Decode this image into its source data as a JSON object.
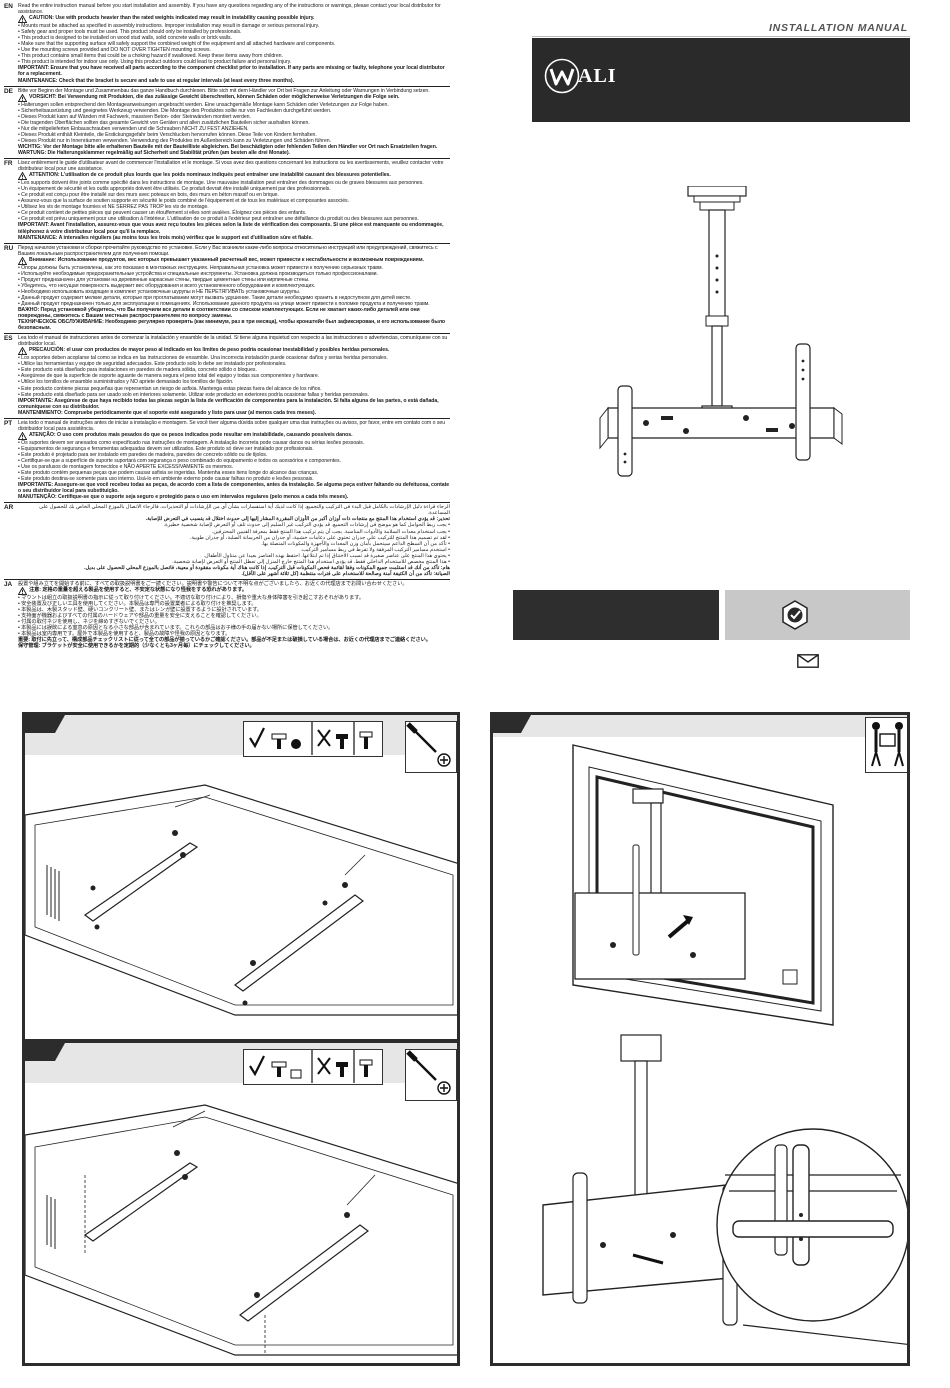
{
  "languages": [
    {
      "code": "EN",
      "lines": [
        "Read the entire instruction manual before you start installation and assembly. If you have any questions regarding any of the instructions or warnings, please contact your local distributor for assistance.",
        "CAUTION: Use with products heavier than the rated weights indicated may result in instability causing possible injury.",
        "• Mounts must be attached as specified in assembly instructions. Improper installation may result in damage or serious personal injury.",
        "• Safety gear and proper tools must be used. This product should only be installed by professionals.",
        "• This product is designed to be installed on wood stud walls, solid concrete walls or brick walls.",
        "• Make sure that the supporting surface will safely support the combined weight of the equipment and all attached hardware and components.",
        "• Use the mounting screws provided and DO NOT OVER TIGHTEN mounting screws.",
        "• This product contains small items that could be a choking hazard if swallowed. Keep these items away from children.",
        "• This product is intended for indoor use only. Using this product outdoors could lead to product failure and personal injury.",
        "IMPORTANT: Ensure that you have received all parts according to the component checklist prior to installation. If any parts are missing or faulty, telephone your local distributor for a replacement.",
        "MAINTENANCE: Check that the bracket is secure and safe to use at regular intervals (at least every three months)."
      ]
    },
    {
      "code": "DE",
      "lines": [
        "Bitte vor Beginn der Montage und Zusammenbau das ganze Handbuch durchlesen. Bitte sich mit dem Händler vor Ort bei Fragen zur Anleitung oder Warnungen in Verbindung setzen.",
        "VORSICHT: Bei Verwendung mit Produkten, die das zulässige Gewicht überschreiten, können Schäden oder möglicherweise Verletzungen die Folge sein.",
        "• Halterungen sollen entsprechend den Montageanweisungen angebracht werden. Eine unsachgemäße Montage kann Schäden oder Verletzungen zur Folge haben.",
        "• Sicherheitsausrüstung und geeignetes Werkzeug verwenden. Die Montage des Produktes sollte nur von Fachleuten durchgeführt werden.",
        "• Dieses Produkt kann auf Wänden mit Fachwerk, massiven Beton- oder Steinwänden montiert werden.",
        "• Die tragenden Oberflächen sollten das gesamte Gewicht von Geräten und allen zusätzlichen Bauteilen sicher aushalten können.",
        "• Nur die mitgelieferten Einbauschrauben verwenden und die Schrauben NICHT ZU FEST ANZIEHEN.",
        "• Dieses Produkt enthält Kleinteile, die Erstickungsgefahr beim Verschlucken hervorrufen können. Diese Teile von Kindern fernhalten.",
        "• Dieses Produkt nur in Innenräumen verwenden. Verwendung des Produktes im Außenbereich kann zu Verletzungen und Schäden führen.",
        "WICHTIG: Vor der Montage bitte alle erhaltenen Bauteile mit der Bauteilliste abgleichen. Bei beschädigten oder fehlenden Teilen den Händler vor Ort nach Ersatzteilen fragen.",
        "WARTUNG: Die Halterungsklammer regelmäßig auf Sicherheit und Stabilität prüfen (am besten alle drei Monate)."
      ]
    },
    {
      "code": "FR",
      "lines": [
        "Lisez entièrement le guide d'utilisateur avant de commencer l'installation et le montage. Si vous avez des questions concernant les instructions ou les avertissements, veuillez contacter votre distributeur local pour une assistance.",
        "ATTENTION: L'utilisation de ce produit plus lourds que les poids nominaux indiqués peut entraîner une instabilité causant des blessures potentielles.",
        "• Les supports doivent être joints comme spécifié dans les instructions de montage. Une mauvaise installation peut entraîner des dommages ou de graves blessures aux personnes.",
        "• Un équipement de sécurité et les outils appropriés doivent être utilisés. Ce produit devrait être installé uniquement par des professionnels.",
        "• Ce produit est conçu pour être installé sur des murs avec poteaux en bois, des murs en béton massif ou en brique.",
        "• Assurez-vous que la surface de soutien supporte en sécurité le poids combiné de l'équipement et de tous les matériaux et composantes associés.",
        "• Utilisez les vis de montage fournies et NE SERREZ PAS TROP les vis de montage.",
        "• Ce produit contient de petites pièces qui peuvent causer un étouffement si elles sont avalées. Éloignez ces pièces des enfants.",
        "• Ce produit est prévu uniquement pour une utilisation à l'intérieur. L'utilisation de ce produit à l'extérieur peut entraîner une défaillance du produit ou des blessures aux personnes.",
        "IMPORTANT: Avant l'installation, assurez-vous que vous avez reçu toutes les pièces selon la liste de vérification des composants. Si une pièce est manquante ou endommagée, téléphonez à votre distributeur local pour qu'il la remplace.",
        "MAINTENANCE: A intervalles réguliers (au moins tous les trois mois) vérifiez que le support est d'utilisation sûre et fiable."
      ]
    },
    {
      "code": "RU",
      "lines": [
        "Перед началом установки и сборки прочитайте руководство по установке. Если у Вас возникли какие-либо вопросы относительно инструкций или предупреждений, свяжитесь с Вашим локальным распространителем для получения помощи.",
        "Внимание: Использование продуктов, вес которых превышает указанный расчетный вес, может привести к нестабильности и возможным повреждениям.",
        "• Опоры должны быть установлены, как это показано в монтажных инструкциях. Неправильная установка может привести к получению серьезных травм.",
        "• Используйте необходимые предохранительные устройства и специальные инструменты. Установка должна производиться только профессионалами.",
        "• Продукт предназначен для установки на деревянные каркасные стены, твердые цементные стены или кирпичные стены.",
        "• Убедитесь, что несущая поверхность выдержит вес оборудования и всего установленного оборудования и комплектующих.",
        "• Необходимо использовать входящие в комплект установочные шурупы и НЕ ПЕРЕТЯГИВАТЬ установочные шурупы.",
        "• Данный продукт содержит мелкие детали, которые при проглатывании могут вызвать удушение. Такие детали необходимо хранить в недоступном для детей месте.",
        "• Данный продукт предназначен только для эксплуатации в помещениях. Использование данного продукта на улице может привести к поломке продукта и получению травм.",
        "ВАЖНО: Перед установкой убедитесь, что Вы получили все детали в соответствии со списком комплектующих. Если не хватает каких-либо деталей или они повреждены, свяжитесь с Вашим местным распространителем по вопросу замены.",
        "ТЕХНИЧЕСКОЕ ОБСЛУЖИВАНИЕ: Необходимо регулярно проверять (как минимум, раз в три месяца), чтобы кронштейн был зафиксирован, и его использование было безопасным."
      ]
    },
    {
      "code": "ES",
      "lines": [
        "Lea todo el manual de instrucciones antes de comenzar la instalación y ensamble de la unidad. Si tiene alguna inquietud con respecto a las instrucciones o advertencias, comuníquese con su distribuidor local.",
        "PRECAUCIÓN: el usar con productos de mayor peso al indicado en los límites de peso podría ocasionar inestabilidad y posibles heridas personales.",
        "• Los soportes deben acoplarse tal como se indica en las instrucciones de ensamble. Una incorrecta instalación puede ocasionar daños y serias heridas personales.",
        "• Utilice las herramientas y equipo de seguridad adecuados. Este producto solo lo debe ser instalado por profesionales.",
        "• Este producto está diseñado para instalaciones en paredes de madera sólida, concreto sólido o bloques.",
        "• Asegúrese de que la superficie de soporte aguante de manera segura el peso total del equipo y todas sus componentes y hardware.",
        "• Utilice los tornillos de ensamble suministrados y NO apriete demasiado los tornillos de fijación.",
        "• Este producto contiene piezas pequeñas que representan un riesgo de asfixia. Mantenga estas piezas fuera del alcance de los niños.",
        "• Este producto está diseñado para ser usado solo en interiores solamente. Utilizar este producto en exteriores podría ocasionar fallas y heridas personales.",
        "IMPORTANTE: Asegúrese de que haya recibido todas las piezas según la lista de verificación de componentes para la instalación. Si falta alguna de las partes, o está dañada, comuníquese con su distribuidor.",
        "MANTENIMIENTO: Compruebe periódicamente que el soporte esté asegurado y listo para usar (al menos cada tres meses)."
      ]
    },
    {
      "code": "PT",
      "lines": [
        "Leia todo o manual de instruções antes de iniciar a instalação e montagem. Se você tiver alguma dúvida sobre qualquer uma das instruções ou avisos, por favor, entre em contato com o seu distribuidor local para assistência.",
        "ATENÇÃO: O uso com produtos mais pesados do que os pesos indicados pode resultar em instabilidade, causando possíveis danos.",
        "• Os suportes devem ser anexados como especificado nas instruções de montagem. A instalação incorreta pode causar danos ou sérias lesões pessoais.",
        "• Equipamentos de segurança e ferramentas adequadas devem ser utilizados. Este produto só deve ser instalado por profissionais.",
        "• Este produto é projetado para ser instalado em paredes de madeira, paredes de concreto sólido ou de tijolos.",
        "• Certifique-se que a superfície de suporte suportará com segurança o peso combinado do equipamento e todos os acessórios e componentes.",
        "• Use os parafusos de montagem fornecidos e NÃO APERTE EXCESSIVAMENTE os mesmos.",
        "• Este produto contém pequenas peças que podem causar asfixia se ingeridas. Mantenha esses itens longe do alcance das crianças.",
        "• Este produto destina-se somente para uso interno. Usá-lo em ambiente externo pode causar falhas no produto e lesões pessoais.",
        "IMPORTANTE: Assegure-se que você recebeu todas as peças, de acordo com a lista de componentes, antes da instalação. Se alguma peça estiver faltando ou defeituosa, contate o seu distribuidor local para substituição.",
        "MANUTENÇÃO: Certifique-se que o suporte seja seguro e protegido para o uso em intervalos regulares (pelo menos a cada três meses)."
      ]
    },
    {
      "code": "AR",
      "lines": [
        "الرجاء قراءة دليل الإرشادات بالكامل قبل البدء في التركيب والتجميع. إذا كانت لديك أية استفسارات بشأن أي من الإرشادات أو التحذيرات، فالرجاء الاتصال بالموزع المحلي الخاص بك للحصول على المساعدة.",
        "تحذير: قد يؤدي استخدام هذا المنتج مع منتجات ذات أوزان أكبر من الأوزان المقررة المشار إليها إلى حدوث اختلال قد يتسبب في التعرض للإصابة.",
        "• يجب ربط الحوامل كما هو موضح في إرشادات التجميع. قد يؤدي التركيب غير السليم إلى حدوث تلف أو التعرض لإصابة شخصية خطيرة.",
        "• يجب استخدام معدات السلامة والأدوات المناسبة. يجب أن يتم تركيب هذا المنتج فقط بمعرفة الفنيين المحترفين.",
        "• لقد تم تصميم هذا المنتج للتركيب على جدران تحتوي على دعامات خشبية، أو جدران من الخرسانة الصلبة، أو جدران طوبية.",
        "• تأكد من أن السطح الداعم سيتحمل بأمان وزن المعدات والأجهزة والمكونات المتصلة بها.",
        "• استخدم مسامير التركيب المرفقة ولا تفرط في ربط مسامير التركيب.",
        "• يحتوي هذا المنتج على عناصر صغيرة قد تسبب الاختناق إذا تم ابتلاعها. احتفظ بهذه العناصر بعيدا عن متناول الأطفال.",
        "• هذا المنتج مخصص للاستخدام الداخلي فقط. قد يؤدي استخدام هذا المنتج خارج المنزل إلى تعطل المنتج أو التعرض لإصابة شخصية.",
        "هام: تأكد من أنك قد استلمت جميع المكونات وفقا لقائمة فحص المكونات قبل التركيب. إذا كانت هناك أية مكونات مفقودة أو معيبة، فاتصل بالموزع المحلي للحصول على بديل.",
        "الصيانة: تأكد من أن الكتيفة آمنة وصالحة للاستخدام على فترات منتظمة (كل ثلاثة أشهر على الأقل)."
      ]
    },
    {
      "code": "JA",
      "lines": [
        "設置や組み立てを開始する前に、すべての取扱説明書をご一読ください。説明書や警告について不明な点がございましたら、お近くの代理店までお問い合わせください。",
        "注意: 定格の重量を超える製品を使用すると、不安定な状態になり怪我をする恐れがあります。",
        "• マウントは組立の取扱説明書の指示に従って取り付けてください。不適切な取り付けにより、損傷や重大な身体障害を引き起こすおそれがあります。",
        "• 安全装置及び正しい工具を使用してください。本製品は専門の設置業者による取り付けを推奨します。",
        "• 本製品は、木製スタッド壁、硬いコンクリート壁、またはレンガ壁に設置するように設計されています。",
        "• 支持面が機器およびすべての付属のハードウェアや部品の重量を安全に支えることを確認してください。",
        "• 付属の取付ネジを使用し、ネジを締めすぎないでください。",
        "• 本製品には誤飲による窒息の原因となる小さな部品が含まれています。これらの部品はお子様の手の届かない場所に保管してください。",
        "• 本製品は室内専用です。屋外で本製品を使用すると、製品の故障や怪我の原因となります。",
        "重要: 取付に先立って、構成部品チェックリストに従って全ての部品が揃っているかご確認ください。部品が不足または破損している場合は、お近くの代理店までご連絡ください。",
        "保守管理: ブラケットが安全に使用できるかを定期的（少なくとも3ヶ月毎）にチェックしてください。"
      ]
    }
  ],
  "cover": {
    "manual_label": "INSTALLATION MANUAL",
    "brand": "ALI"
  },
  "colors": {
    "dark_panel": "#2c2c2c",
    "grey_panel": "#c8c8c8",
    "text": "#1a1a1a"
  },
  "icons": {
    "check": "check-icon",
    "cross": "cross-icon",
    "screwdriver": "screwdriver-icon",
    "two_person": "two-person-icon",
    "mail": "mail-icon",
    "warning": "warning-triangle-icon"
  }
}
